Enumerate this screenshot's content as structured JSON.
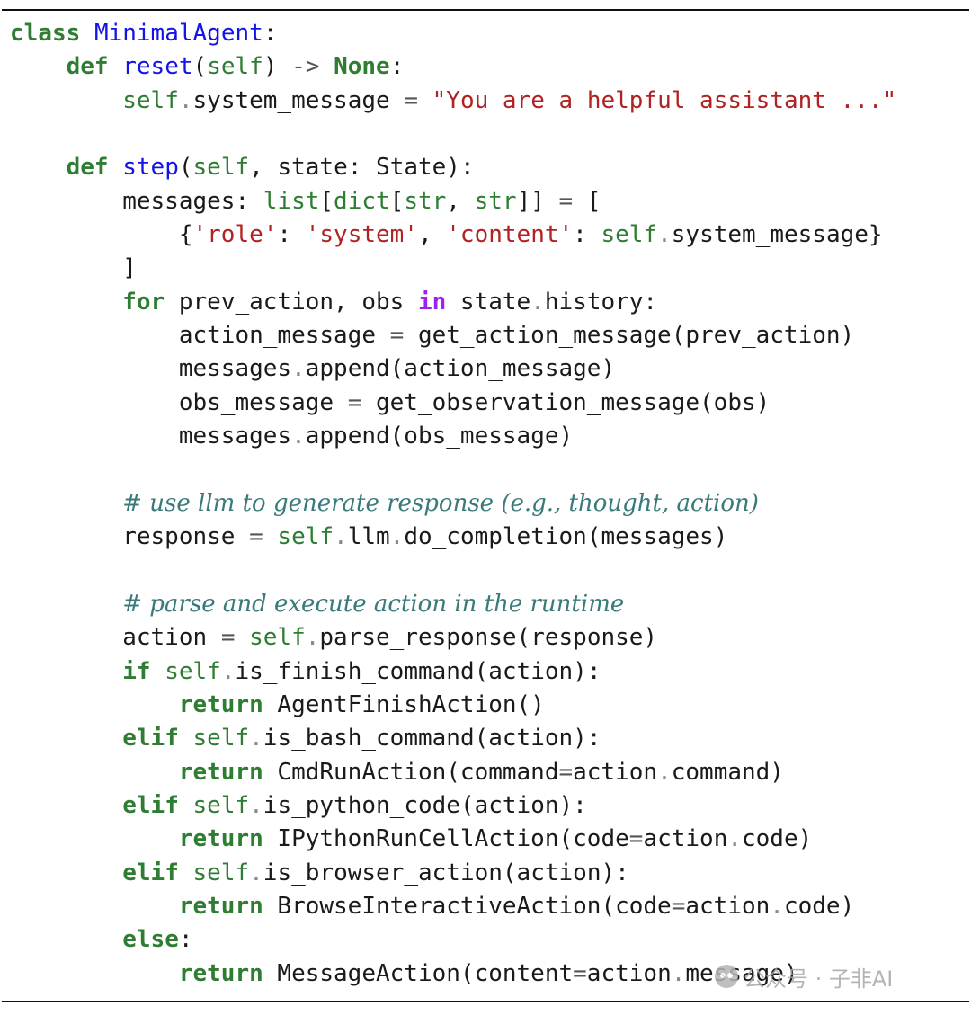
{
  "code": {
    "lines": [
      "class MinimalAgent:",
      "    def reset(self) -> None:",
      "        self.system_message = \"You are a helpful assistant ...\"",
      "",
      "    def step(self, state: State):",
      "        messages: list[dict[str, str]] = [",
      "            {'role': 'system', 'content': self.system_message}",
      "        ]",
      "        for prev_action, obs in state.history:",
      "            action_message = get_action_message(prev_action)",
      "            messages.append(action_message)",
      "            obs_message = get_observation_message(obs)",
      "            messages.append(obs_message)",
      "",
      "        # use llm to generate response (e.g., thought, action)",
      "        response = self.llm.do_completion(messages)",
      "",
      "        # parse and execute action in the runtime",
      "        action = self.parse_response(response)",
      "        if self.is_finish_command(action):",
      "            return AgentFinishAction()",
      "        elif self.is_bash_command(action):",
      "            return CmdRunAction(command=action.command)",
      "        elif self.is_python_code(action):",
      "            return IPythonRunCellAction(code=action.code)",
      "        elif self.is_browser_action(action):",
      "            return BrowseInteractiveAction(code=action.code)",
      "        else:",
      "            return MessageAction(content=action.message)"
    ]
  },
  "watermark": {
    "text": "公众号 · 子非AI",
    "icon": "wechat-icon"
  },
  "colors": {
    "keyword": "#2e7d32",
    "keyword_in": "#a020f0",
    "function_name": "#1414e6",
    "string": "#b22222",
    "comment": "#3a7a7a",
    "text": "#1a1a1a"
  }
}
